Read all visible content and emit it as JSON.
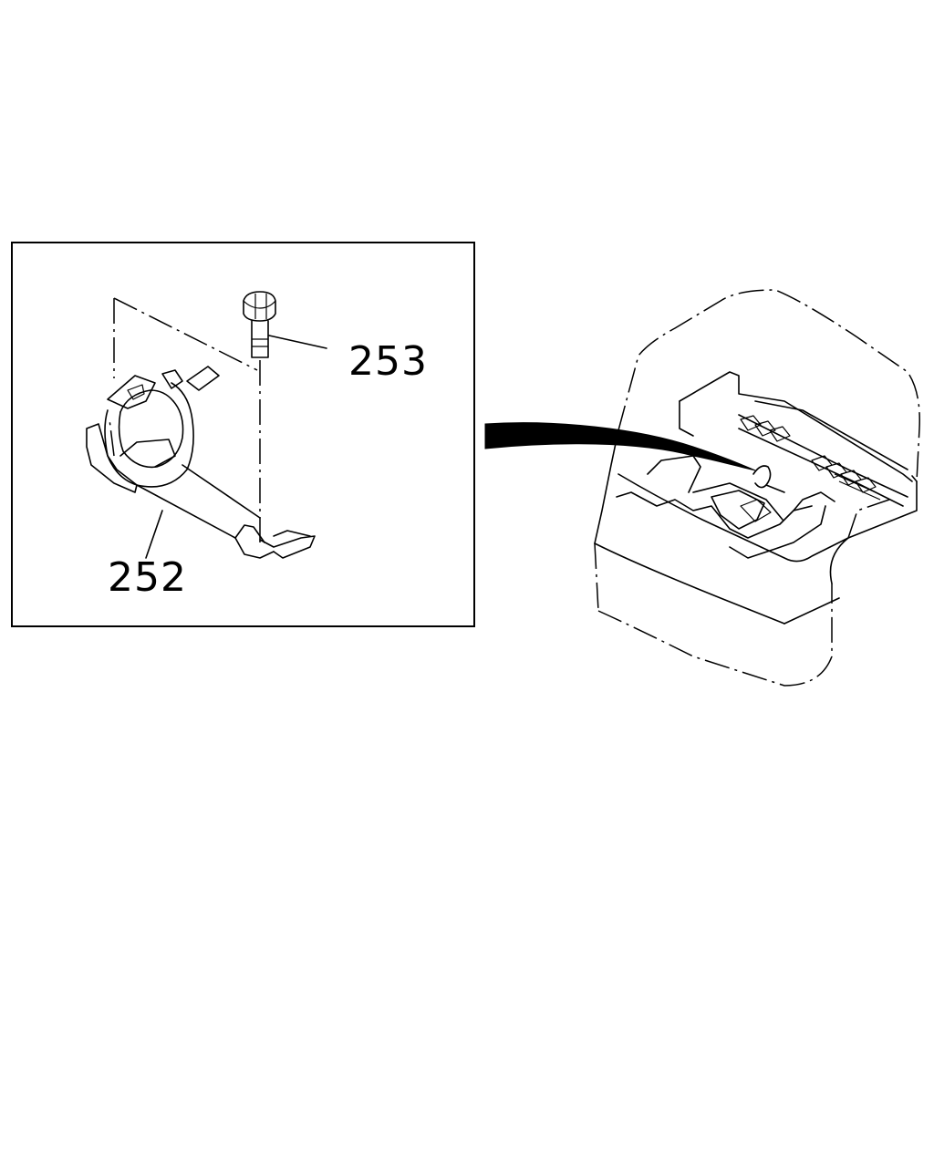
{
  "callouts": {
    "bolt": "253",
    "bracket": "252"
  },
  "icons": {
    "bolt": "bolt-icon",
    "bracket": "clamp-bracket-icon",
    "engine": "engine-outline",
    "pointer": "detail-pointer-arrow"
  },
  "colors": {
    "line": "#000000",
    "background": "#ffffff"
  }
}
